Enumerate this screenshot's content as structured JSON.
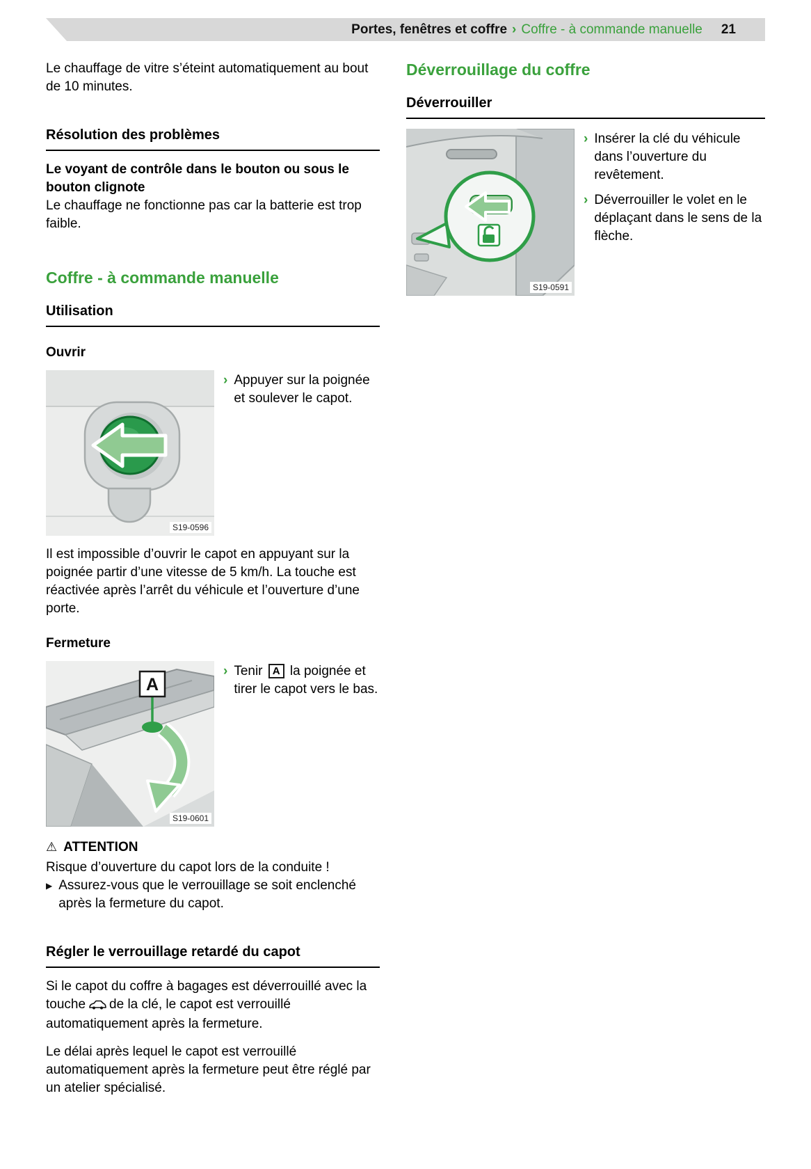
{
  "colors": {
    "accent": "#3aa13c",
    "accent_dark": "#2c8f3f",
    "accent_light": "#8fca93"
  },
  "ui": {
    "bullet_marker": "›",
    "warning_icon": "⚠",
    "list_triangle": "▶"
  },
  "header": {
    "section": "Portes, fenêtres et coffre",
    "separator": "›",
    "subsection": "Coffre - à commande manuelle",
    "page_number": "21"
  },
  "left": {
    "intro": "Le chauffage de vitre s’éteint automatiquement au bout de 10 minutes.",
    "troubleshooting": {
      "title": "Résolution des problèmes",
      "symptom": "Le voyant de contrôle dans le bouton ou sous le bouton clignote",
      "cause": "Le chauffage ne fonctionne pas car la batterie est trop faible."
    },
    "trunk_manual": {
      "title": "Coffre - à commande manuelle",
      "subtitle": "Utilisation",
      "open_label": "Ouvrir",
      "fig_open_code": "S19-0596",
      "open_step": "Appuyer sur la poignée et soulever le capot.",
      "open_note": "Il est impossible d’ouvrir le capot en appuyant sur la poignée partir d’une vitesse de 5 km/h. La touche est réactivée après l’arrêt du véhicule et l’ouverture d’une porte.",
      "close_label": "Fermeture",
      "fig_close_code": "S19-0601",
      "close_step_pre": "Tenir",
      "close_step_key": "A",
      "close_step_post": "la poignée et tirer le capot vers le bas.",
      "warning_label": "ATTENTION",
      "warning_text": "Risque d’ouverture du capot lors de la conduite !",
      "warning_action": "Assurez-vous que le verrouillage se soit enclenché après la fermeture du capot."
    },
    "delayed_lock": {
      "title": "Régler le verrouillage retardé du capot",
      "para1_pre": "Si le capot du coffre à bagages est déverrouillé avec la touche",
      "para1_post": "de la clé, le capot est verrouillé automatiquement après la fermeture.",
      "para2": "Le délai après lequel le capot est verrouillé automatiquement après la fermeture peut être réglé par un atelier spécialisé."
    }
  },
  "right": {
    "unlock": {
      "title": "Déverrouillage du coffre",
      "subtitle": "Déverrouiller",
      "fig_code": "S19-0591",
      "steps": [
        "Insérer la clé du véhicule dans l’ouverture du revêtement.",
        "Déverrouiller le volet en le déplaçant dans le sens de la flèche."
      ]
    }
  }
}
